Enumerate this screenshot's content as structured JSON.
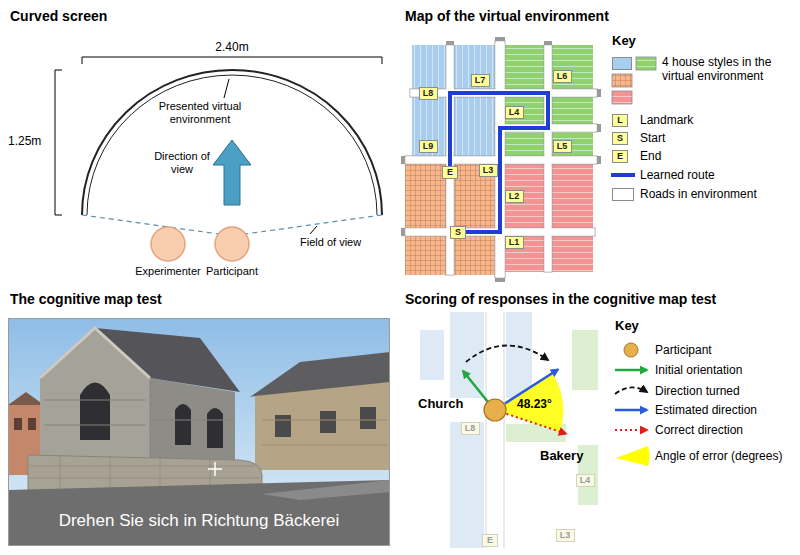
{
  "diagram": {
    "nodes": [
      {
        "text": [
          "L8"
        ]
      },
      {
        "text": [
          "L7"
        ]
      },
      {
        "text": [
          "L6"
        ]
      },
      {
        "text": [
          "L4"
        ]
      },
      {
        "text": [
          "L5"
        ]
      },
      {
        "text": [
          "E"
        ]
      },
      {
        "text": [
          "L3"
        ]
      },
      {
        "text": [
          "L9"
        ]
      },
      {
        "text": [
          "L2"
        ]
      },
      {
        "text": [
          "S"
        ]
      },
      {
        "text": [
          "L1"
        ]
      },
      {
        "text": [
          "L"
        ]
      },
      {
        "text": [
          "S"
        ]
      },
      {
        "text": [
          "E"
        ]
      },
      {
        "text": [
          "L8"
        ]
      },
      {
        "text": [
          "L4"
        ]
      },
      {
        "text": [
          "L3"
        ]
      },
      {
        "text": [
          "E"
        ]
      }
    ],
    "labels": [
      "Curved screen",
      "2.40m",
      "1.25m",
      "Presented virtual environment",
      "Direction of view",
      "Field of view",
      "Experimenter",
      "Participant",
      "Map of the virtual environment",
      "Key",
      "The cognitive map test",
      "Drehen Sie sich in Richtung Bäckerei",
      "Scoring of responses in the cognitive map test",
      "Church",
      "48.23°",
      "Bakery",
      "Key"
    ],
    "legend": [
      {
        "text": "4 house styles in the virtual environment",
        "color": "#a9cdee"
      },
      {
        "text": "Landmark"
      },
      {
        "text": "Start"
      },
      {
        "text": "End"
      },
      {
        "text": "Learned route"
      },
      {
        "text": "Roads in environment",
        "color": "#ffffff"
      },
      {
        "text": "Participant"
      },
      {
        "text": "Initial orientation"
      },
      {
        "text": "Direction turned"
      },
      {
        "text": "Estimated direction"
      },
      {
        "text": "Correct direction"
      },
      {
        "text": "Angle of error (degrees)"
      }
    ]
  }
}
